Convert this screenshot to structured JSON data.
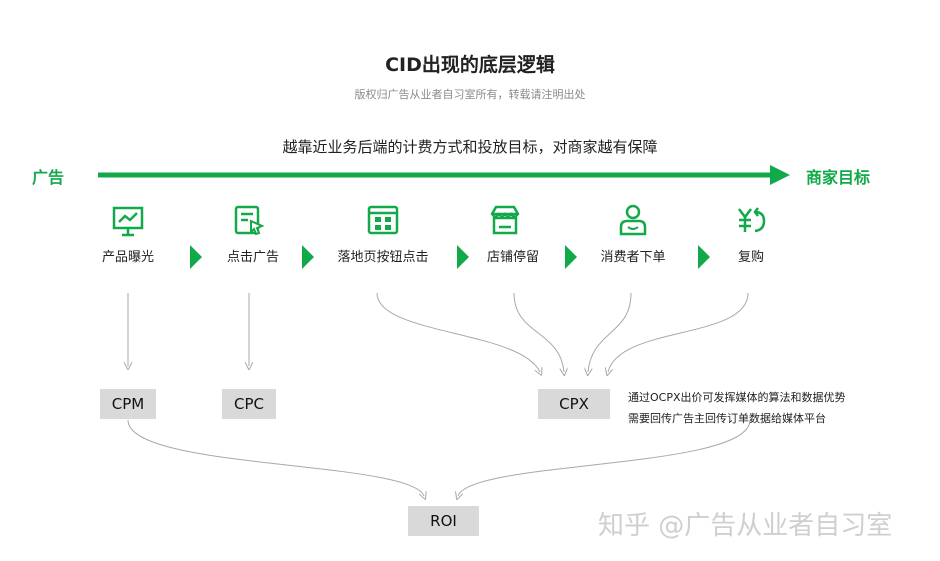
{
  "header": {
    "title": "CID出现的底层逻辑",
    "subtitle": "版权归广告从业者自习室所有，转载请注明出处"
  },
  "axis": {
    "caption": "越靠近业务后端的计费方式和投放目标，对商家越有保障",
    "left_label": "广告",
    "right_label": "商家目标",
    "color": "#12a94a"
  },
  "steps": [
    {
      "label": "产品曝光",
      "icon": "presentation-chart-icon"
    },
    {
      "label": "点击广告",
      "icon": "click-cursor-icon"
    },
    {
      "label": "落地页按钮点击",
      "icon": "web-page-buttons-icon"
    },
    {
      "label": "店铺停留",
      "icon": "store-icon"
    },
    {
      "label": "消费者下单",
      "icon": "user-icon"
    },
    {
      "label": "复购",
      "icon": "yen-refresh-icon"
    }
  ],
  "billing": {
    "cpm": "CPM",
    "cpc": "CPC",
    "cpx": "CPX",
    "roi": "ROI",
    "box_color": "#d9d9d9"
  },
  "notes": {
    "line1": "通过OCPX出价可发挥媒体的算法和数据优势",
    "line2": "需要回传广告主回传订单数据给媒体平台"
  },
  "watermark": "知乎 @广告从业者自习室"
}
